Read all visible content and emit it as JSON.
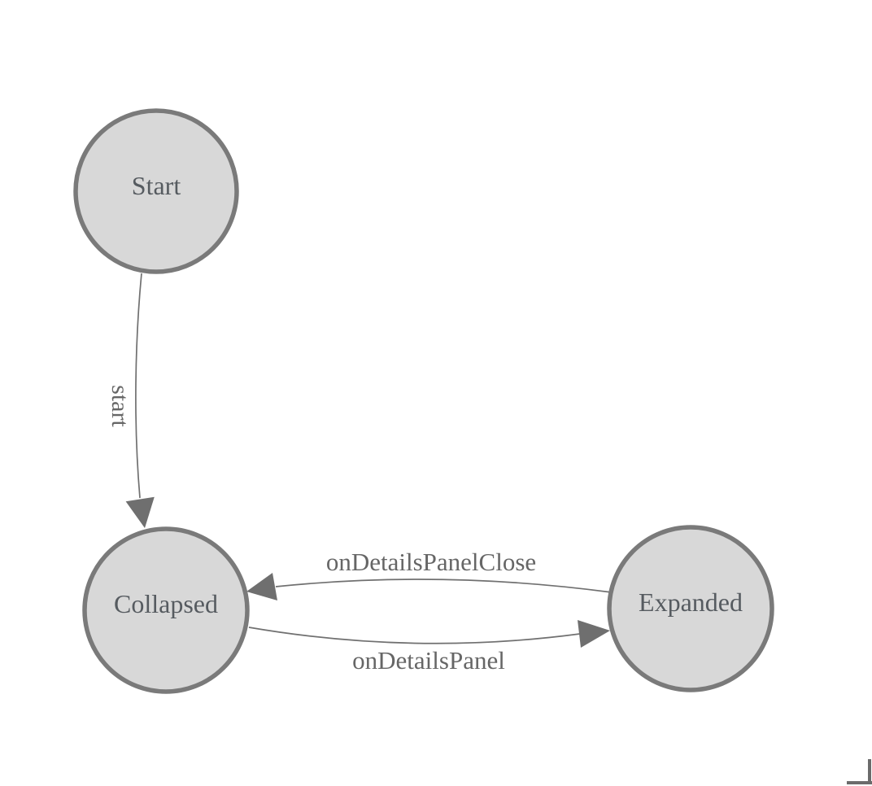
{
  "diagram": {
    "type": "state-machine",
    "background_color": "#ffffff",
    "colors": {
      "node_fill": "#d8d8d8",
      "node_stroke": "#7a7a7a",
      "node_text": "#565b60",
      "edge_stroke": "#707070",
      "arrowhead_fill": "#6f6f6f",
      "edge_label_text": "#666666",
      "corner_mark": "#6b6b6b"
    },
    "nodes": [
      {
        "id": "start",
        "label": "Start",
        "shape": "circle"
      },
      {
        "id": "collapsed",
        "label": "Collapsed",
        "shape": "circle"
      },
      {
        "id": "expanded",
        "label": "Expanded",
        "shape": "circle"
      }
    ],
    "edges": [
      {
        "id": "start-to-collapsed",
        "from": "Start",
        "to": "Collapsed",
        "label": "start",
        "label_orientation": "vertical",
        "direction": "downward"
      },
      {
        "id": "expanded-to-collapsed",
        "from": "Expanded",
        "to": "Collapsed",
        "label": "onDetailsPanelClose",
        "label_orientation": "horizontal",
        "direction": "leftward"
      },
      {
        "id": "collapsed-to-expanded",
        "from": "Collapsed",
        "to": "Expanded",
        "label": "onDetailsPanel",
        "label_orientation": "horizontal",
        "direction": "rightward"
      }
    ],
    "corner_mark": {
      "position": "bottom-right",
      "shape": "L-corner"
    }
  }
}
